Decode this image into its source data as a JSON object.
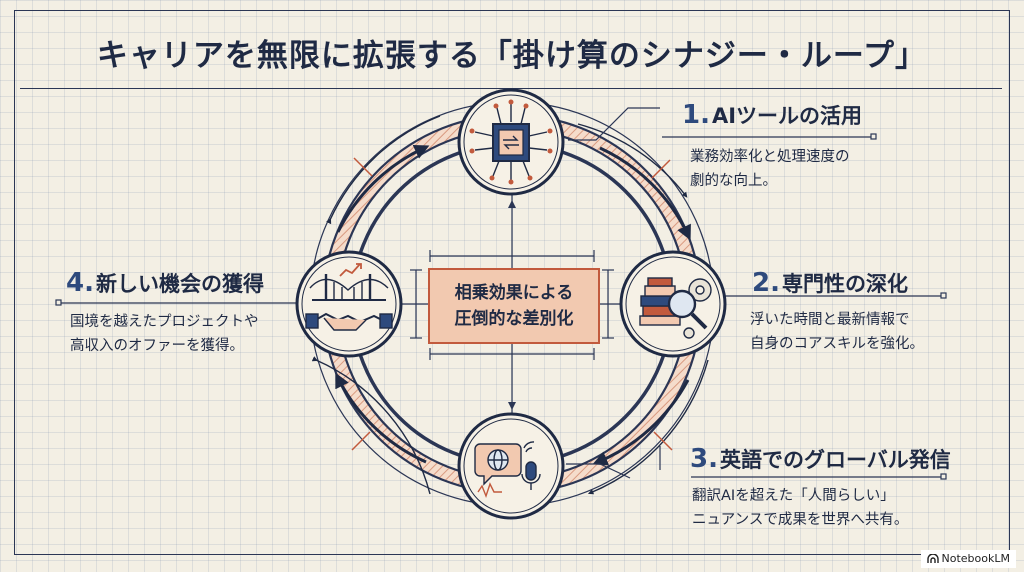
{
  "title": "キャリアを無限に拡張する「掛け算のシナジー・ループ」",
  "center": {
    "line1": "相乗効果による",
    "line2": "圧倒的な差別化"
  },
  "steps": [
    {
      "number": "1.",
      "title": "AIツールの活用",
      "desc1": "業務効率化と処理速度の",
      "desc2": "劇的な向上。",
      "icon": "ai-chip-icon"
    },
    {
      "number": "2.",
      "title": "専門性の深化",
      "desc1": "浮いた時間と最新情報で",
      "desc2": "自身のコアスキルを強化。",
      "icon": "books-magnifier-gear-icon"
    },
    {
      "number": "3.",
      "title": "英語でのグローバル発信",
      "desc1": "翻訳AIを超えた「人間らしい」",
      "desc2": "ニュアンスで成果を世界へ共有。",
      "icon": "speech-globe-microphone-icon"
    },
    {
      "number": "4.",
      "title": "新しい機会の獲得",
      "desc1": "国境を越えたプロジェクトや",
      "desc2": "高収入のオファーを獲得。",
      "icon": "bridge-handshake-icon"
    }
  ],
  "brand": {
    "label": "NotebookLM",
    "icon": "notebooklm-logo-icon"
  },
  "colors": {
    "navy": "#1f2a44",
    "accent": "#c25a3d",
    "center_fill": "#f2c9b0",
    "background": "#f3efe4"
  }
}
